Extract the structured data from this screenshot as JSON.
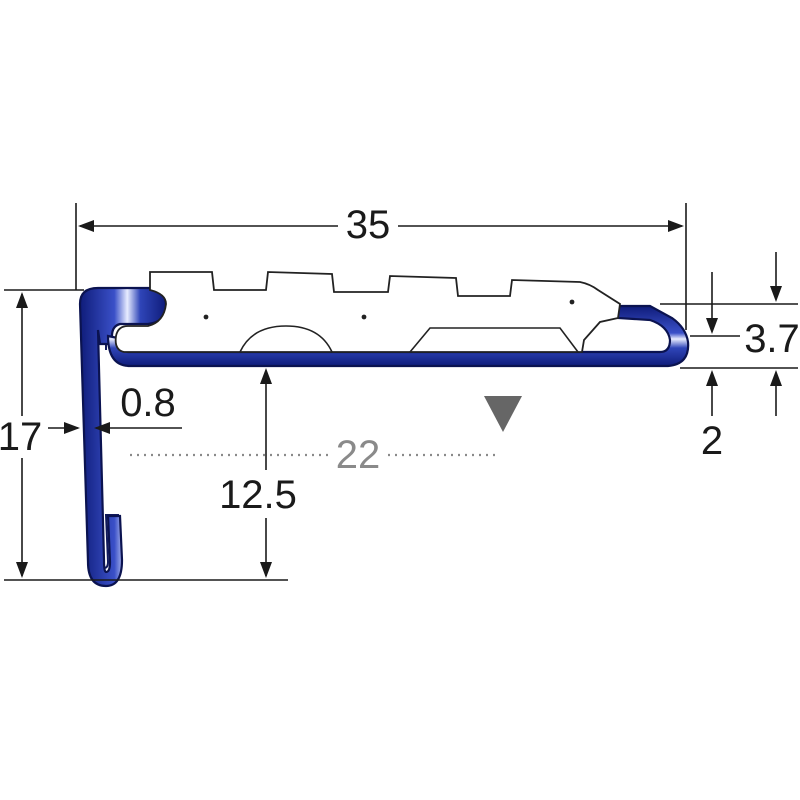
{
  "dimensions": {
    "total_width": "35",
    "total_height": "17",
    "wall_thickness": "0.8",
    "riser_height": "12.5",
    "tread_depth": "22",
    "top_thickness": "3.7",
    "nose_offset": "2"
  },
  "colors": {
    "profile_blue": "#1e2f9e",
    "profile_highlight": "#e8ecff",
    "insert_fill": "#ffffff",
    "marker_grey": "#666666",
    "line": "#1a1a1a",
    "dotted_grey": "#8a8a8a"
  }
}
